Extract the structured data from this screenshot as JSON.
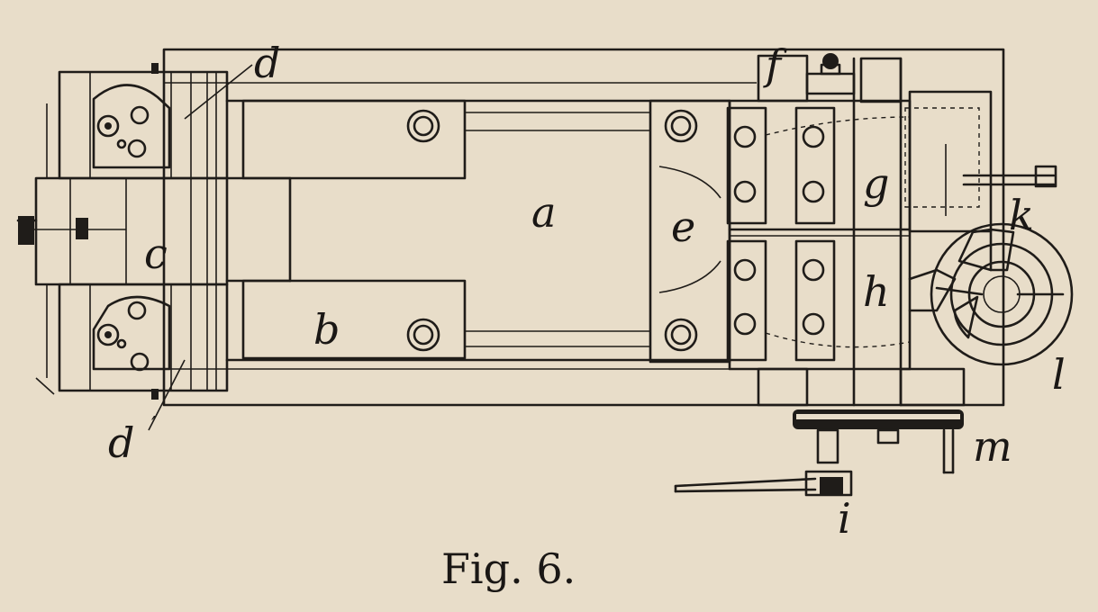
{
  "figure": {
    "caption": "Fig. 6.",
    "labels": {
      "a": "a",
      "b": "b",
      "c": "c",
      "d": "d",
      "d_prime": "d",
      "e": "e",
      "f": "f",
      "g": "g",
      "h": "h",
      "k": "k",
      "l": "l",
      "m": "m",
      "i": "i"
    },
    "colors": {
      "paper": "#e8ddc9",
      "ink": "#1f1c19"
    }
  }
}
